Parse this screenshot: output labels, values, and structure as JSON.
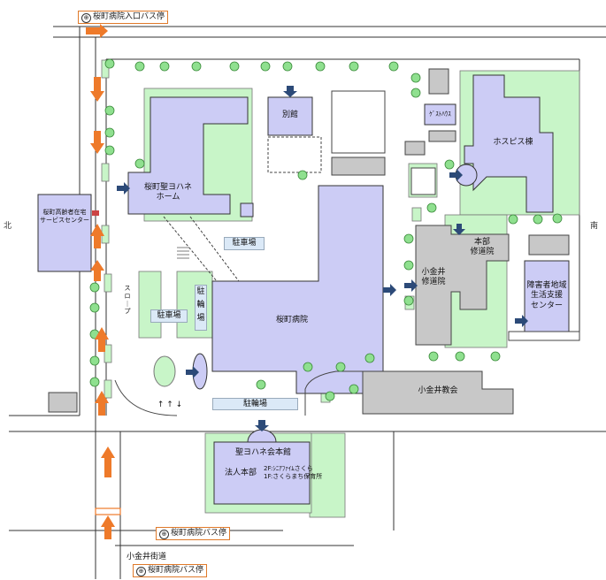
{
  "bus_stops": {
    "top": "桜町病院入口バス停",
    "bottom1": "桜町病院バス停",
    "bottom2": "桜町病院バス停"
  },
  "road": {
    "name": "小金井街道"
  },
  "directions": {
    "north": "北",
    "south": "南"
  },
  "buildings": {
    "elderly_center": "桜町高齢者在宅\nサービスセンター",
    "yohane_home": "桜町聖ヨハネ\nホーム",
    "annex": "別館",
    "guesthouse": "ｹﾞｽﾄﾊｳｽ",
    "hospice": "ホスピス棟",
    "hq_monastery": "本部\n修道院",
    "koganei_monastery": "小金井\n修道院",
    "disability_center": "障害者地域\n生活支援\nセンター",
    "hospital": "桜町病院",
    "church": "小金井教会",
    "kaikan_title": "聖ヨハネ会本館",
    "kaikan_hq": "法人本部",
    "kaikan_floors": "2F:ｼﾆｱﾌｧｲﾑさくら\n1F:さくらまち保育所"
  },
  "facilities": {
    "parking_right": "駐車場",
    "parking_left": "駐車場",
    "bike_parking_vertical": "駐\n輪\n場",
    "bike_parking_bottom": "駐輪場",
    "slope": "ス\nロ\n｜\nプ",
    "entry_arrows": "↑ ↑ ↓"
  },
  "colors": {
    "building": "#ccccf5",
    "green": "#c8f5c8",
    "gray_building": "#c8c8c8",
    "arrow_orange": "#ee7a2a",
    "arrow_navy": "#2c4a78"
  },
  "icons": [
    "bus-stop-icon",
    "direction-arrow-icon",
    "entrance-arrow-icon",
    "tree-icon"
  ]
}
